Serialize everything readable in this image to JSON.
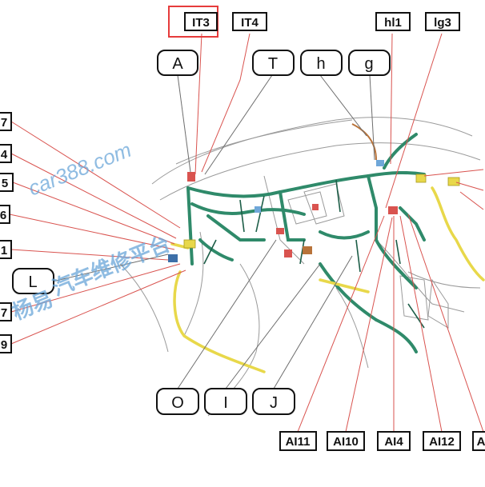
{
  "connectors": {
    "IT3": "IT3",
    "IT4": "IT4",
    "hl1": "hl1",
    "lg3": "lg3",
    "AI11": "AI11",
    "AI10": "AI10",
    "AI4": "AI4",
    "AI12": "AI12",
    "A_right_cut": "A",
    "L_7a": "7",
    "L_4": "4",
    "L_5": "5",
    "L_6": "6",
    "L_1": "1",
    "L_7b": "7",
    "L_9": "9"
  },
  "callouts": {
    "A": "A",
    "T": "T",
    "h": "h",
    "g": "g",
    "L": "L",
    "O": "O",
    "I": "I",
    "J": "J"
  },
  "watermark": {
    "line1": "car388.com",
    "line2": "汽车维修平台",
    "line3": "杨易"
  },
  "colors": {
    "harness": "#2f8a6a",
    "harness_dark": "#1d5e48",
    "yellow_harness": "#e8d84a",
    "leader": "#d9534f",
    "highlight": "#e63b3b",
    "vehicle_line": "#8a8a8a",
    "watermark": "#6aa6d8"
  }
}
